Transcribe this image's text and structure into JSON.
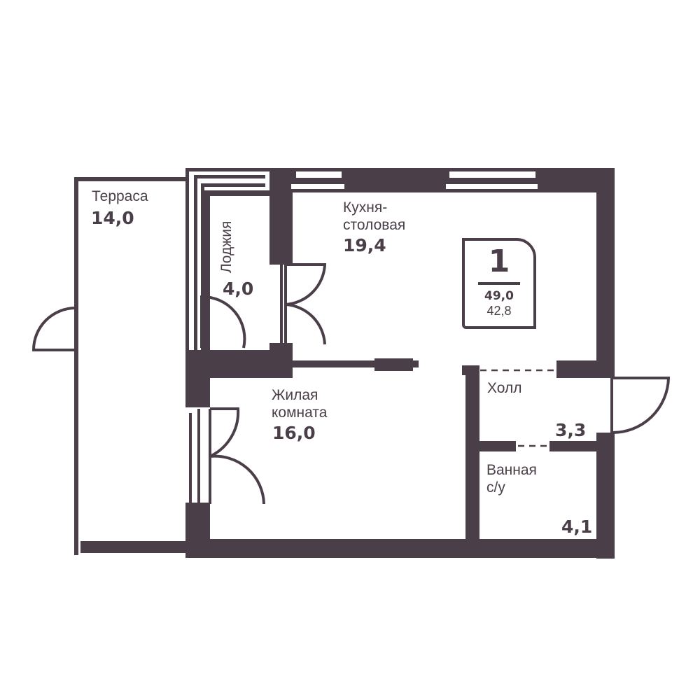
{
  "colors": {
    "wall": "#4a3e48",
    "background": "#ffffff"
  },
  "rooms": [
    {
      "name": "Терраса",
      "area": "14,0"
    },
    {
      "name": "Лоджия",
      "area": "4,0"
    },
    {
      "name_line1": "Кухня-",
      "name_line2": "столовая",
      "area": "19,4"
    },
    {
      "name_line1": "Жилая",
      "name_line2": "комната",
      "area": "16,0"
    },
    {
      "name": "Холл",
      "area": "3,3"
    },
    {
      "name_line1": "Ванная",
      "name_line2": "с/у",
      "area": "4,1"
    }
  ],
  "summary": {
    "rooms_count": "1",
    "total_area": "49,0",
    "living_area": "42,8"
  }
}
